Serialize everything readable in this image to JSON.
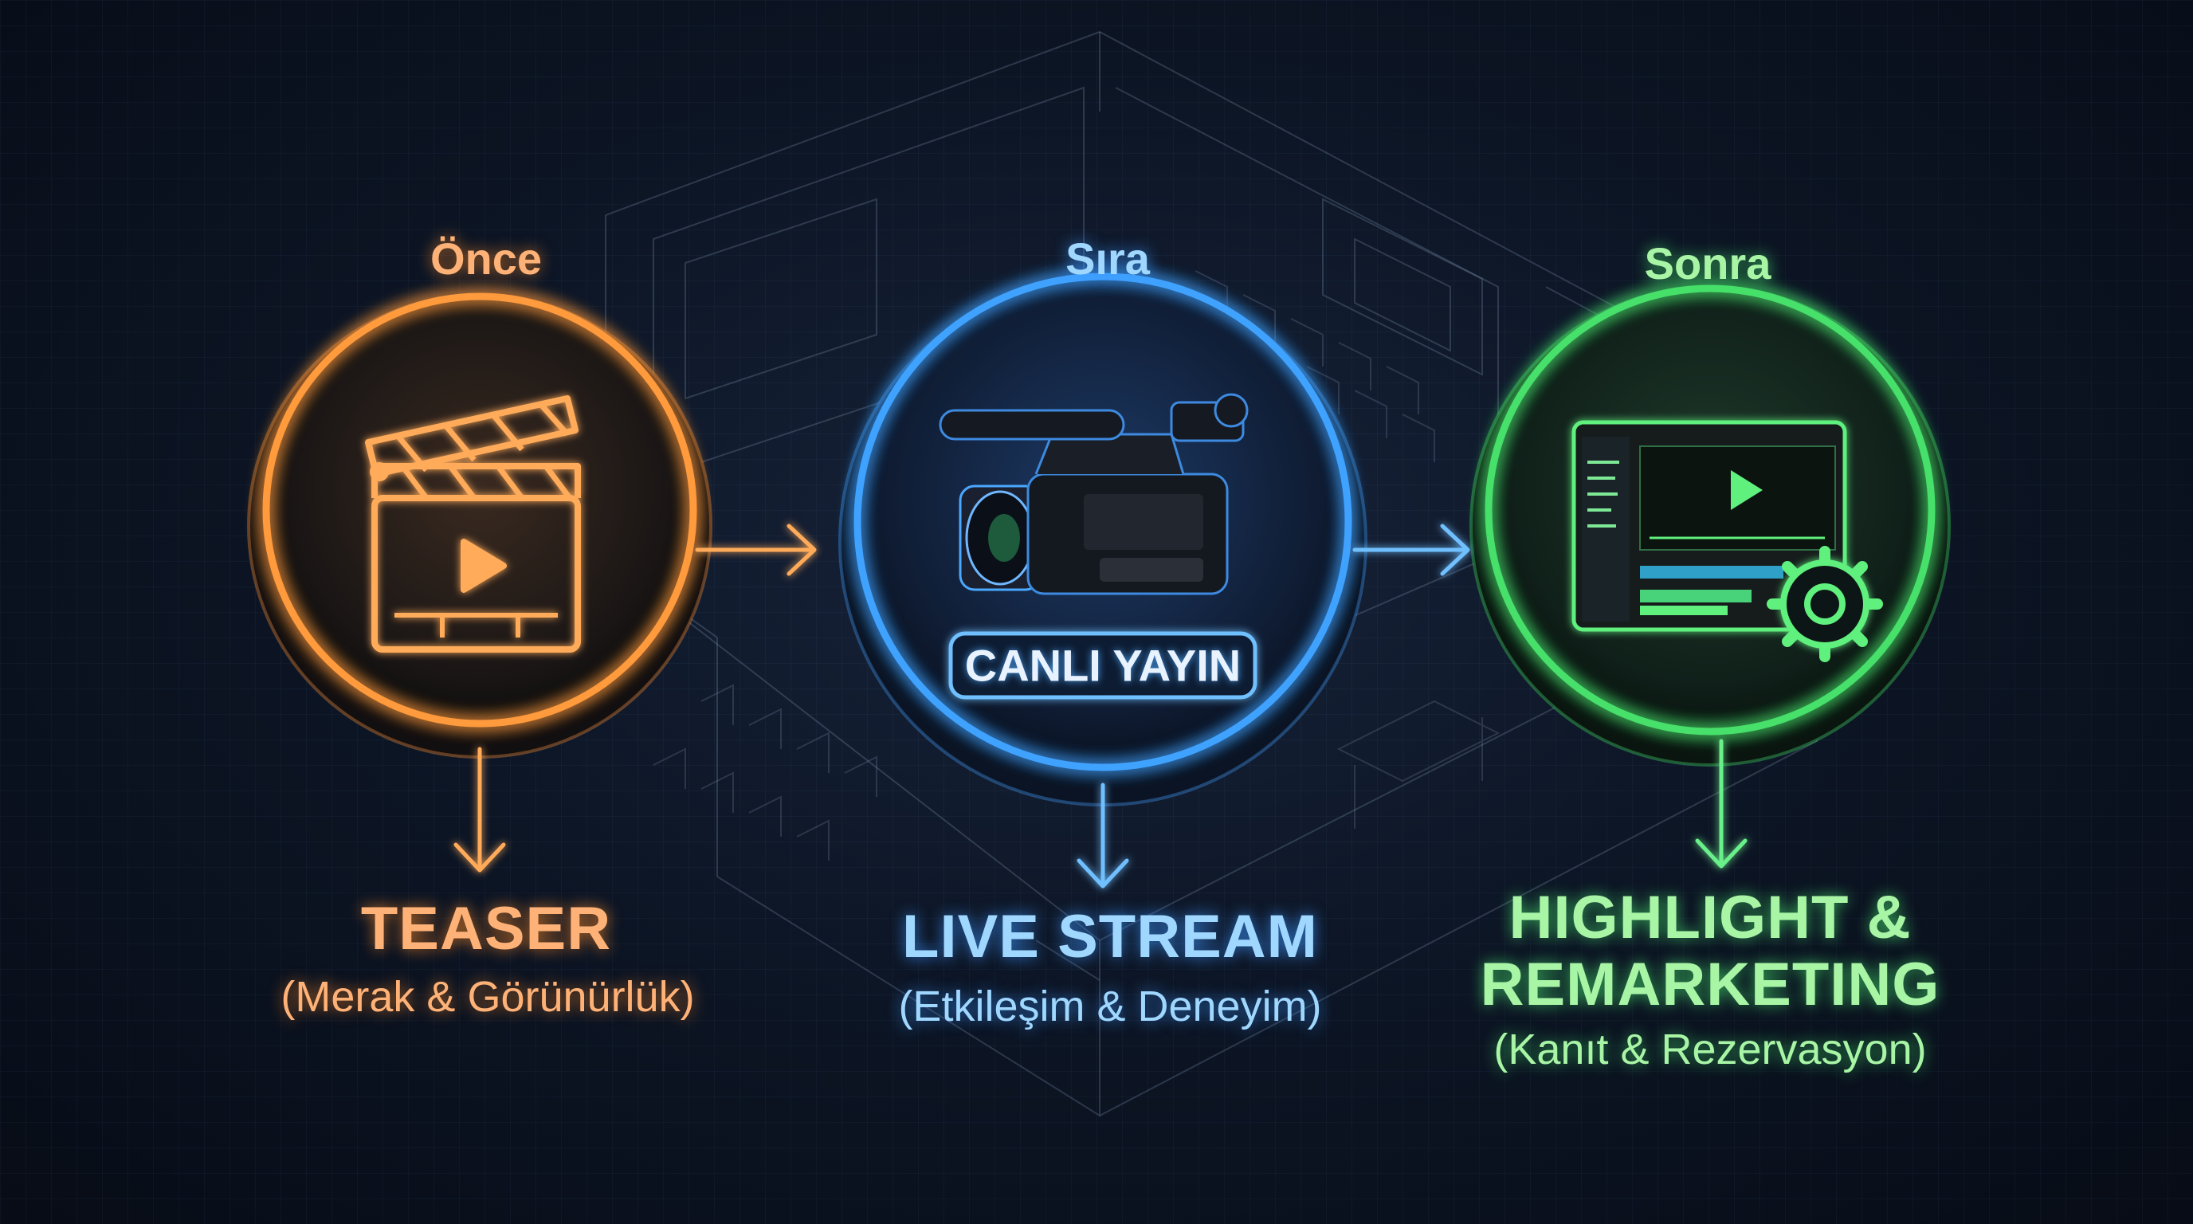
{
  "stages": [
    {
      "id": "before",
      "stage_label": "Önce",
      "title": "TEASER",
      "subtitle": "(Merak & Görünürlük)",
      "color": "#ff9a3c",
      "icon": "clapperboard-icon"
    },
    {
      "id": "during",
      "stage_label": "Sıra",
      "badge": "CANLI YAYIN",
      "title": "LIVE STREAM",
      "subtitle": "(Etkileşim & Deneyim)",
      "color": "#3fa2ff",
      "icon": "video-camera-icon"
    },
    {
      "id": "after",
      "stage_label": "Sonra",
      "title_line1": "HIGHLIGHT &",
      "title_line2": "REMARKETING",
      "subtitle": "(Kanıt & Rezervasyon)",
      "color": "#47e06a",
      "icon": "video-editor-gear-icon"
    }
  ]
}
